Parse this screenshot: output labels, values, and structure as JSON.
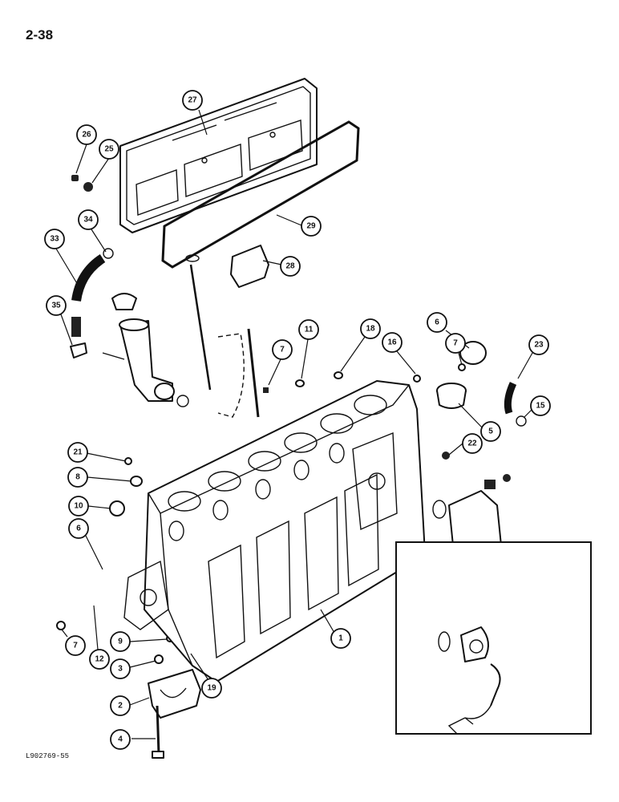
{
  "page": {
    "number": "2-38",
    "figure_code": "L902769-55"
  },
  "callouts": [
    {
      "id": "c27",
      "label": "27"
    },
    {
      "id": "c26",
      "label": "26"
    },
    {
      "id": "c25",
      "label": "25"
    },
    {
      "id": "c34",
      "label": "34"
    },
    {
      "id": "c33",
      "label": "33"
    },
    {
      "id": "c29",
      "label": "29"
    },
    {
      "id": "c28",
      "label": "28"
    },
    {
      "id": "c35",
      "label": "35"
    },
    {
      "id": "c7a",
      "label": "7"
    },
    {
      "id": "c11",
      "label": "11"
    },
    {
      "id": "c18",
      "label": "18"
    },
    {
      "id": "c16",
      "label": "16"
    },
    {
      "id": "c6a",
      "label": "6"
    },
    {
      "id": "c7b",
      "label": "7"
    },
    {
      "id": "c23",
      "label": "23"
    },
    {
      "id": "c15",
      "label": "15"
    },
    {
      "id": "c5",
      "label": "5"
    },
    {
      "id": "c22",
      "label": "22"
    },
    {
      "id": "c21",
      "label": "21"
    },
    {
      "id": "c8",
      "label": "8"
    },
    {
      "id": "c10",
      "label": "10"
    },
    {
      "id": "c6b",
      "label": "6"
    },
    {
      "id": "c1",
      "label": "1"
    },
    {
      "id": "c7c",
      "label": "7"
    },
    {
      "id": "c12",
      "label": "12"
    },
    {
      "id": "c9",
      "label": "9"
    },
    {
      "id": "c3",
      "label": "3"
    },
    {
      "id": "c19",
      "label": "19"
    },
    {
      "id": "c2",
      "label": "2"
    },
    {
      "id": "c4",
      "label": "4"
    }
  ]
}
